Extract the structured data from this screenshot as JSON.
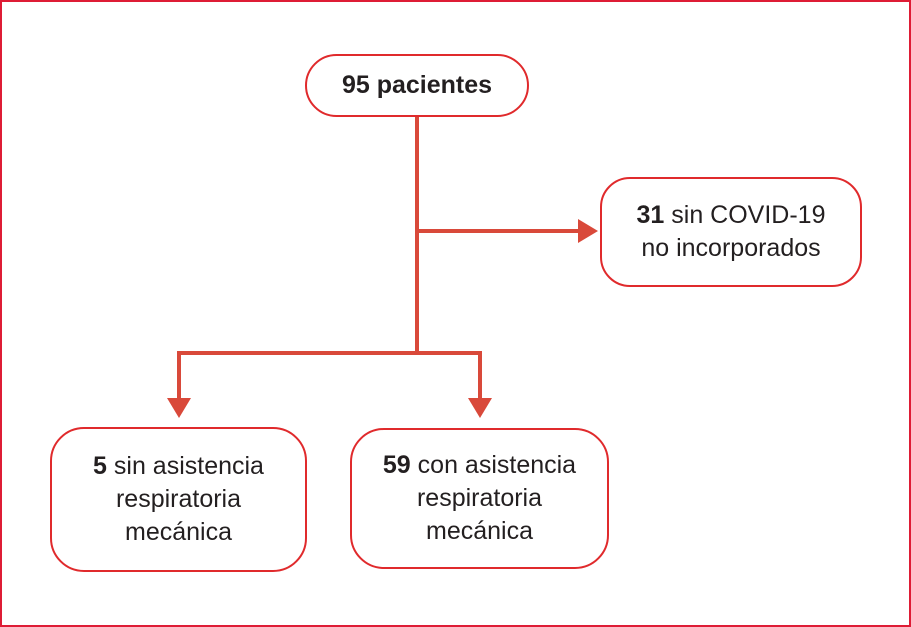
{
  "colors": {
    "frame_border": "#de1c35",
    "node_border": "#e02a2c",
    "connector": "#d9493a",
    "text": "#231f20",
    "background": "#ffffff"
  },
  "diagram": {
    "type": "patient-flow",
    "nodes": {
      "total": {
        "number": "95",
        "line1": " pacientes"
      },
      "excluded": {
        "number": "31",
        "line1": " sin COVID-19",
        "line2": "no incorporados"
      },
      "without_mv": {
        "number": "5",
        "line1": " sin asistencia",
        "line2": "respiratoria",
        "line3": "mecánica"
      },
      "with_mv": {
        "number": "59",
        "line1": " con asistencia",
        "line2": "respiratoria",
        "line3": "mecánica"
      }
    },
    "edges": [
      {
        "from": "total",
        "to": "excluded"
      },
      {
        "from": "total",
        "to": "without_mv"
      },
      {
        "from": "total",
        "to": "with_mv"
      }
    ]
  }
}
